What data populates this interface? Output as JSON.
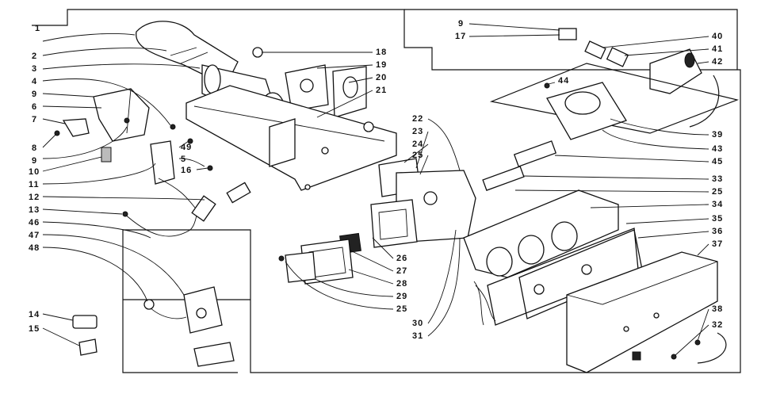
{
  "labels": {
    "left": [
      {
        "id": "l1",
        "text": "1"
      },
      {
        "id": "l2",
        "text": "2"
      },
      {
        "id": "l3",
        "text": "3"
      },
      {
        "id": "l4",
        "text": "4"
      },
      {
        "id": "l9a",
        "text": "9"
      },
      {
        "id": "l6",
        "text": "6"
      },
      {
        "id": "l7",
        "text": "7"
      },
      {
        "id": "l8",
        "text": "8"
      },
      {
        "id": "l9b",
        "text": "9"
      },
      {
        "id": "l10",
        "text": "10"
      },
      {
        "id": "l11",
        "text": "11"
      },
      {
        "id": "l12",
        "text": "12"
      },
      {
        "id": "l13",
        "text": "13"
      },
      {
        "id": "l46",
        "text": "46"
      },
      {
        "id": "l47",
        "text": "47"
      },
      {
        "id": "l48",
        "text": "48"
      },
      {
        "id": "l14",
        "text": "14"
      },
      {
        "id": "l15",
        "text": "15"
      }
    ],
    "upper": [
      {
        "id": "l18",
        "text": "18"
      },
      {
        "id": "l19",
        "text": "19"
      },
      {
        "id": "l20",
        "text": "20"
      },
      {
        "id": "l21",
        "text": "21"
      },
      {
        "id": "l49",
        "text": "49"
      },
      {
        "id": "l5",
        "text": "5"
      },
      {
        "id": "l16",
        "text": "16"
      }
    ],
    "right_top": [
      {
        "id": "l9c",
        "text": "9"
      },
      {
        "id": "l17",
        "text": "17"
      },
      {
        "id": "l40",
        "text": "40"
      },
      {
        "id": "l41",
        "text": "41"
      },
      {
        "id": "l42",
        "text": "42"
      },
      {
        "id": "l44",
        "text": "44"
      },
      {
        "id": "l39",
        "text": "39"
      },
      {
        "id": "l43",
        "text": "43"
      },
      {
        "id": "l45",
        "text": "45"
      }
    ],
    "center": [
      {
        "id": "l22",
        "text": "22"
      },
      {
        "id": "l23",
        "text": "23"
      },
      {
        "id": "l24",
        "text": "24"
      },
      {
        "id": "l25a",
        "text": "25"
      },
      {
        "id": "l33",
        "text": "33"
      },
      {
        "id": "l25b",
        "text": "25"
      },
      {
        "id": "l34",
        "text": "34"
      },
      {
        "id": "l35",
        "text": "35"
      },
      {
        "id": "l36",
        "text": "36"
      },
      {
        "id": "l37",
        "text": "37"
      },
      {
        "id": "l26",
        "text": "26"
      },
      {
        "id": "l27",
        "text": "27"
      },
      {
        "id": "l28",
        "text": "28"
      },
      {
        "id": "l29",
        "text": "29"
      },
      {
        "id": "l25c",
        "text": "25"
      },
      {
        "id": "l30",
        "text": "30"
      },
      {
        "id": "l31",
        "text": "31"
      },
      {
        "id": "l38",
        "text": "38"
      },
      {
        "id": "l32",
        "text": "32"
      }
    ]
  }
}
